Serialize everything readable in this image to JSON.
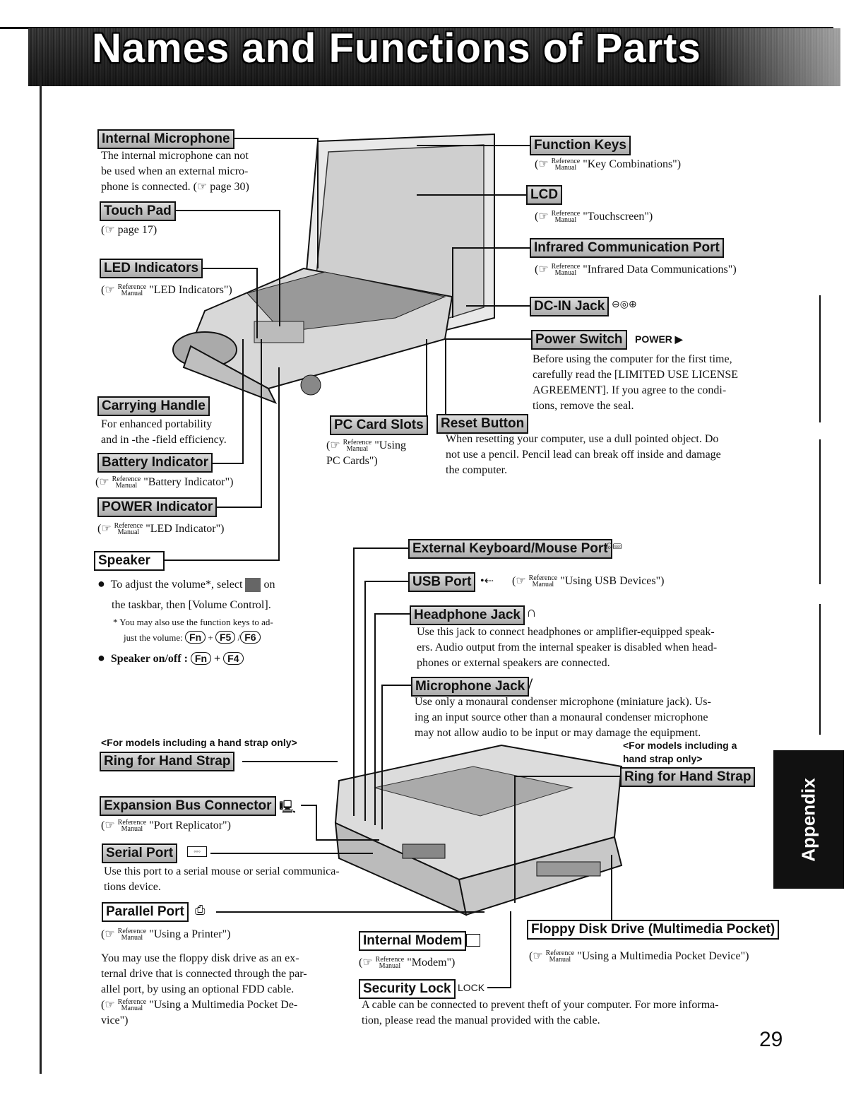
{
  "page": {
    "title": "Names and Functions of Parts",
    "number": "29",
    "tab": "Appendix"
  },
  "ref": {
    "word1": "Reference",
    "word2": "Manual"
  },
  "left": {
    "internal_microphone": {
      "label": "Internal Microphone",
      "desc1": "The internal microphone can not",
      "desc2": "be used when an external micro-",
      "desc3": "phone is connected. (☞ page 30)"
    },
    "touch_pad": {
      "label": "Touch Pad",
      "desc": "(☞ page 17)"
    },
    "led_indicators": {
      "label": "LED Indicators",
      "desc": "\"LED Indicators\")"
    },
    "carrying_handle": {
      "label": "Carrying Handle",
      "desc1": "For enhanced portability",
      "desc2": "and in -the -field efficiency."
    },
    "battery_indicator": {
      "label": "Battery Indicator",
      "desc": "\"Battery Indicator\")"
    },
    "power_indicator": {
      "label": "POWER Indicator",
      "desc": "\"LED Indicator\")"
    },
    "speaker": {
      "label": "Speaker",
      "b1a": "To adjust the volume*, select",
      "b1b": "on",
      "b1c": "the taskbar, then [Volume Control].",
      "note1": "* You may also use the function keys to ad-",
      "note2": "just the volume:",
      "k_fn": "Fn",
      "k_f5": "F5",
      "k_f6": "F6",
      "plus": "+",
      "slash": "/",
      "b2": "Speaker on/off :",
      "k_f4": "F4"
    },
    "strap_note": "<For models including a hand strap only>",
    "ring_hand_strap": {
      "label": "Ring for Hand Strap"
    },
    "expansion_bus": {
      "label": "Expansion Bus Connector",
      "desc": "\"Port Replicator\")"
    },
    "serial_port": {
      "label": "Serial Port",
      "desc1": "Use this port to a serial mouse or serial communica-",
      "desc2": "tions device."
    },
    "parallel_port": {
      "label": "Parallel Port",
      "desc": "\"Using a Printer\")",
      "p1": "You may use the floppy disk drive as an ex-",
      "p2": "ternal drive that is connected through the par-",
      "p3": "allel port, by using an optional FDD cable.",
      "p4": "\"Using a Multimedia Pocket De-",
      "p5": "vice\")"
    }
  },
  "right": {
    "function_keys": {
      "label": "Function Keys",
      "desc": "\"Key Combinations\")"
    },
    "lcd": {
      "label": "LCD",
      "desc": "\"Touchscreen\")"
    },
    "infrared": {
      "label": "Infrared Communication Port",
      "desc": "\"Infrared Data Communications\")"
    },
    "dc_in": {
      "label": "DC-IN Jack",
      "symbol": "⊖◎⊕"
    },
    "power_switch": {
      "label": "Power Switch",
      "mark": "POWER ▶",
      "d1": "Before using the computer for the first time,",
      "d2": "carefully read the [LIMITED USE LICENSE",
      "d3": "AGREEMENT].  If you agree to the condi-",
      "d4": "tions, remove the seal."
    },
    "pc_card": {
      "label": "PC Card Slots",
      "d1": "\"Using",
      "d2": "PC Cards\")"
    },
    "reset": {
      "label": "Reset Button",
      "d1": "When resetting your computer, use a dull pointed object.  Do",
      "d2": "not use a pencil.  Pencil lead can break off inside and damage",
      "d3": "the computer."
    },
    "ext_keyboard": {
      "label": "External Keyboard/Mouse Port"
    },
    "usb": {
      "label": "USB Port",
      "desc": "\"Using USB Devices\")"
    },
    "headphone": {
      "label": "Headphone Jack",
      "d1": "Use this jack to connect  headphones or amplifier-equipped speak-",
      "d2": "ers.  Audio output from the internal speaker is disabled when head-",
      "d3": "phones or external speakers are connected."
    },
    "microphone": {
      "label": "Microphone Jack",
      "d1": "Use only a monaural condenser microphone (miniature jack).  Us-",
      "d2": "ing an input source other than a monaural condenser microphone",
      "d3": "may not allow audio to be input or may damage the equipment."
    },
    "strap_note1": "<For models including a",
    "strap_note2": "hand strap only>",
    "ring_hand_strap": {
      "label": "Ring for Hand Strap"
    },
    "floppy": {
      "label": "Floppy Disk Drive (Multimedia Pocket)",
      "desc": "\"Using a Multimedia Pocket Device\")"
    },
    "modem": {
      "label": "Internal Modem",
      "desc": "\"Modem\")"
    },
    "security": {
      "label": "Security Lock",
      "mark": "LOCK",
      "d1": "A cable can be connected to prevent theft of your computer.  For more informa-",
      "d2": "tion, please read the manual provided with the cable."
    }
  }
}
